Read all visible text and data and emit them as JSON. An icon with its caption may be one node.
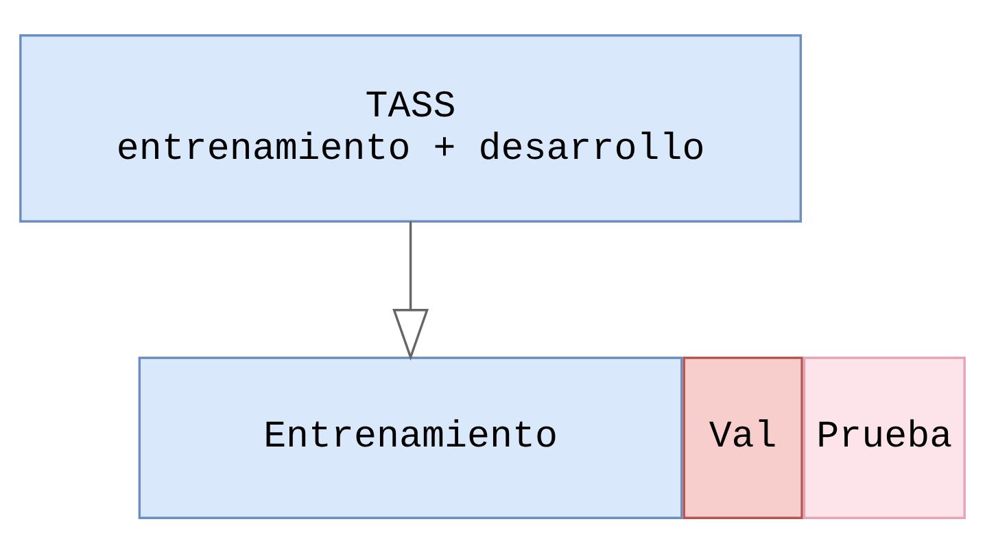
{
  "diagram": {
    "nodes": [
      {
        "text": [
          "TASS",
          "entrenamiento + desarrollo"
        ]
      },
      {
        "text": [
          "Entrenamiento"
        ]
      },
      {
        "text": [
          "Val"
        ]
      },
      {
        "text": [
          "Prueba"
        ]
      }
    ],
    "edges": [
      {
        "from": 0,
        "to": 1,
        "arrow": "to"
      }
    ]
  }
}
